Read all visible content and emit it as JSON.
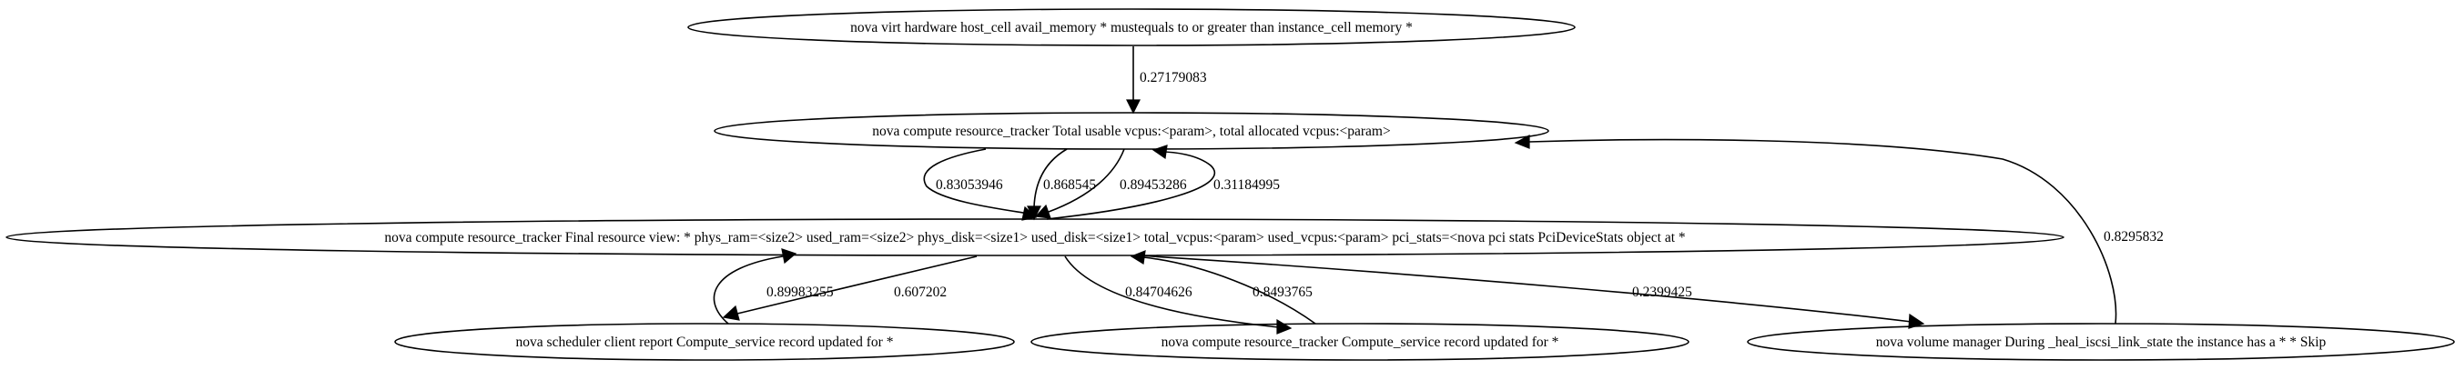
{
  "graph": {
    "nodes": [
      {
        "id": "n0",
        "label": "nova virt hardware host_cell avail_memory * mustequals to or greater than instance_cell memory *"
      },
      {
        "id": "n1",
        "label": "nova compute resource_tracker Total usable vcpus:<param>, total allocated vcpus:<param>"
      },
      {
        "id": "n2",
        "label": "nova compute resource_tracker Final resource view: * phys_ram=<size2> used_ram=<size2> phys_disk=<size1> used_disk=<size1> total_vcpus:<param> used_vcpus:<param> pci_stats=<nova pci stats PciDeviceStats object at *"
      },
      {
        "id": "n3",
        "label": "nova scheduler client report Compute_service record updated for *"
      },
      {
        "id": "n4",
        "label": "nova compute resource_tracker Compute_service record updated for *"
      },
      {
        "id": "n5",
        "label": "nova volume manager During _heal_iscsi_link_state the instance has a * * Skip"
      }
    ],
    "edges": [
      {
        "from": "n0",
        "to": "n1",
        "label": "0.27179083"
      },
      {
        "from": "n1",
        "to": "n2",
        "label": "0.83053946"
      },
      {
        "from": "n1",
        "to": "n2",
        "label": "0.868545"
      },
      {
        "from": "n1",
        "to": "n2",
        "label": "0.89453286"
      },
      {
        "from": "n2",
        "to": "n1",
        "label": "0.31184995"
      },
      {
        "from": "n2",
        "to": "n3",
        "label": "0.607202"
      },
      {
        "from": "n3",
        "to": "n2",
        "label": "0.89983255"
      },
      {
        "from": "n2",
        "to": "n4",
        "label": "0.84704626"
      },
      {
        "from": "n4",
        "to": "n2",
        "label": "0.8493765"
      },
      {
        "from": "n2",
        "to": "n5",
        "label": "0.2399425"
      },
      {
        "from": "n5",
        "to": "n1",
        "label": "0.8295832"
      }
    ]
  }
}
